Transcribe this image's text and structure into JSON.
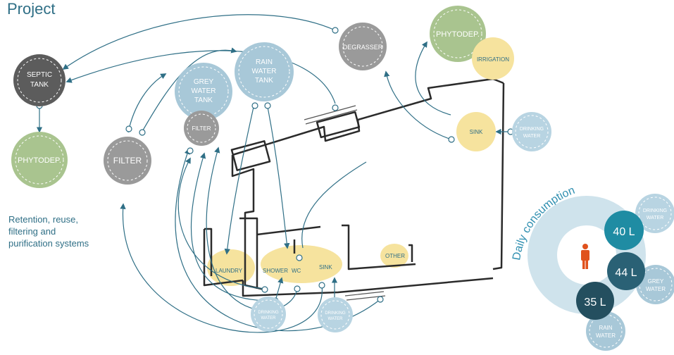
{
  "title": "Project",
  "caption": [
    "Retention, reuse,",
    "filtering and",
    "purification systems"
  ],
  "colors": {
    "line": "#2f6f86",
    "septic": "#5c5c5c",
    "phyto": "#a9c48f",
    "filter": "#9a9a9a",
    "tank": "#a8c8d8",
    "highlight": "#f6e39e",
    "drinking": "#b8d4e2",
    "ring": "#cfe3ec",
    "c40": "#1f8ca3",
    "c44": "#2a6175",
    "c35": "#244f5f",
    "person": "#e0521d"
  },
  "nodes": {
    "septic": [
      "SEPTIC",
      "TANK"
    ],
    "phyto_left": "PHYTODEP.",
    "filter_left": "FILTER",
    "grey_tank": [
      "GREY",
      "WATER",
      "TANK"
    ],
    "filter_small": "FILTER",
    "rain_tank": [
      "RAIN",
      "WATER",
      "TANK"
    ],
    "degrasser": "DEGRASSER",
    "phyto_right": "PHYTODEP.",
    "irrigation": "IRRIGATION",
    "sink_right": "SINK",
    "drinking_right": [
      "DRINKING",
      "WATER"
    ],
    "drinking_bottom1": [
      "DRINKING",
      "WATER"
    ],
    "drinking_bottom2": [
      "DRINKING",
      "WATER"
    ]
  },
  "rooms": [
    "LAUNDRY",
    "SHOWER",
    "WC",
    "SINK",
    "OTHER"
  ],
  "consumption": {
    "heading": "Daily consumption",
    "items": [
      {
        "value": "40 L",
        "source": [
          "DRINKING",
          "WATER"
        ]
      },
      {
        "value": "44 L",
        "source": [
          "GREY",
          "WATER"
        ]
      },
      {
        "value": "35 L",
        "source": [
          "RAIN",
          "WATER"
        ]
      }
    ]
  }
}
